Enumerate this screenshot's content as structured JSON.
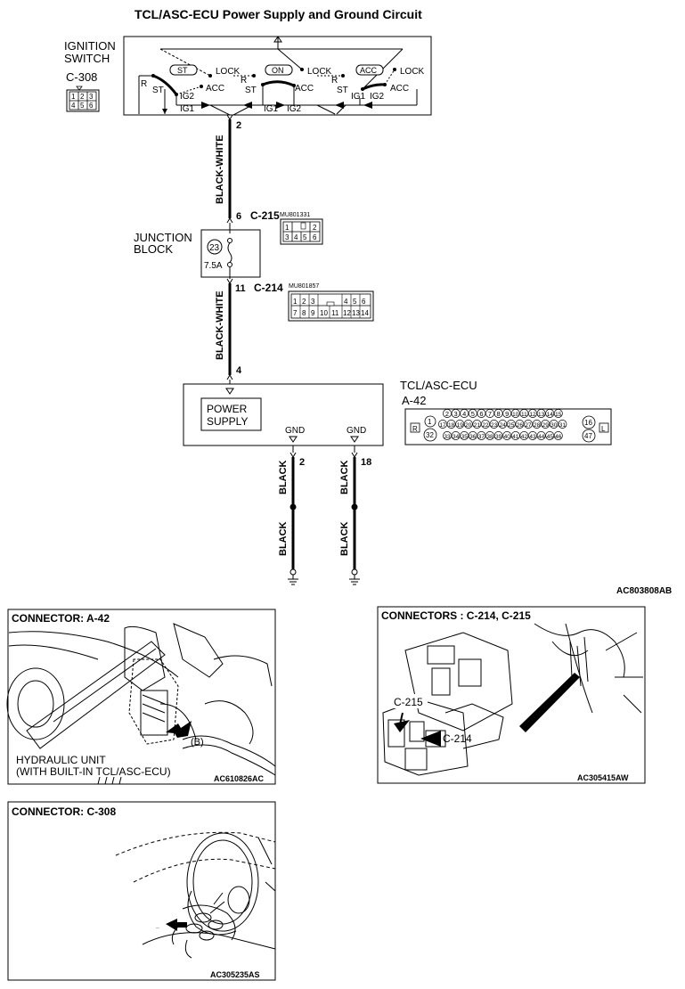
{
  "title": "TCL/ASC-ECU Power Supply and Ground Circuit",
  "ignition_switch": {
    "label_line1": "IGNITION",
    "label_line2": "SWITCH",
    "connector": "C-308",
    "pins": [
      "1",
      "2",
      "3",
      "4",
      "5",
      "6"
    ],
    "positions": [
      {
        "name": "ST",
        "lock": "LOCK",
        "acc": "ACC",
        "st": "ST",
        "r": "R",
        "ig_a": "IG2",
        "ig_b": "IG1"
      },
      {
        "name": "ON",
        "lock": "LOCK",
        "acc": "ACC",
        "st": "ST",
        "r": "R",
        "ig_a": "IG1",
        "ig_b": "IG2"
      },
      {
        "name": "ACC",
        "lock": "LOCK",
        "acc": "ACC",
        "st": "ST",
        "r": "R",
        "ig_a": "IG1",
        "ig_b": "IG2"
      }
    ],
    "out_pin": "2"
  },
  "wire_upper": "BLACK-WHITE",
  "wire_lower": "BLACK-WHITE",
  "c215": {
    "pin": "6",
    "label": "C-215",
    "part": "MU801331",
    "pins": [
      "1",
      "2",
      "3",
      "4",
      "5",
      "6"
    ]
  },
  "junction_block": {
    "label_line1": "JUNCTION",
    "label_line2": "BLOCK",
    "fuse_no": "23",
    "fuse_rating": "7.5A"
  },
  "c214": {
    "pin": "11",
    "label": "C-214",
    "part": "MU801857",
    "pins_top": [
      "1",
      "2",
      "3",
      "4",
      "5",
      "6"
    ],
    "pins_bottom": [
      "7",
      "8",
      "9",
      "10",
      "11",
      "12",
      "13",
      "14"
    ]
  },
  "ecu": {
    "name": "TCL/ASC-ECU",
    "connector": "A-42",
    "in_pin": "4",
    "power_line1": "POWER",
    "power_line2": "SUPPLY",
    "gnd_label": "GND",
    "gnd_pins": [
      "2",
      "18"
    ],
    "side_left": "R",
    "side_right": "L",
    "row1": [
      "2",
      "3",
      "4",
      "5",
      "6",
      "7",
      "8",
      "9",
      "10",
      "11",
      "12",
      "13",
      "14",
      "15"
    ],
    "row2": [
      "17",
      "18",
      "19",
      "20",
      "21",
      "22",
      "23",
      "24",
      "25",
      "26",
      "27",
      "28",
      "29",
      "30",
      "31"
    ],
    "row3": [
      "33",
      "34",
      "35",
      "36",
      "37",
      "38",
      "39",
      "40",
      "41",
      "42",
      "43",
      "44",
      "45",
      "46"
    ],
    "left_pins": [
      "1",
      "32"
    ],
    "right_pins": [
      "16",
      "47"
    ]
  },
  "ground_wire": "BLACK",
  "diagram_code": "AC803808AB",
  "panels": [
    {
      "title": "CONNECTOR: A-42",
      "caption_line1": "HYDRAULIC UNIT",
      "caption_line2": "(WITH BUILT-IN TCL/ASC-ECU)",
      "callout": "(B)",
      "code": "AC610826AC"
    },
    {
      "title": "CONNECTORS : C-214, C-215",
      "callout_a": "C-215",
      "callout_b": "C-214",
      "code": "AC305415AW"
    },
    {
      "title": "CONNECTOR: C-308",
      "code": "AC305235AS"
    }
  ]
}
